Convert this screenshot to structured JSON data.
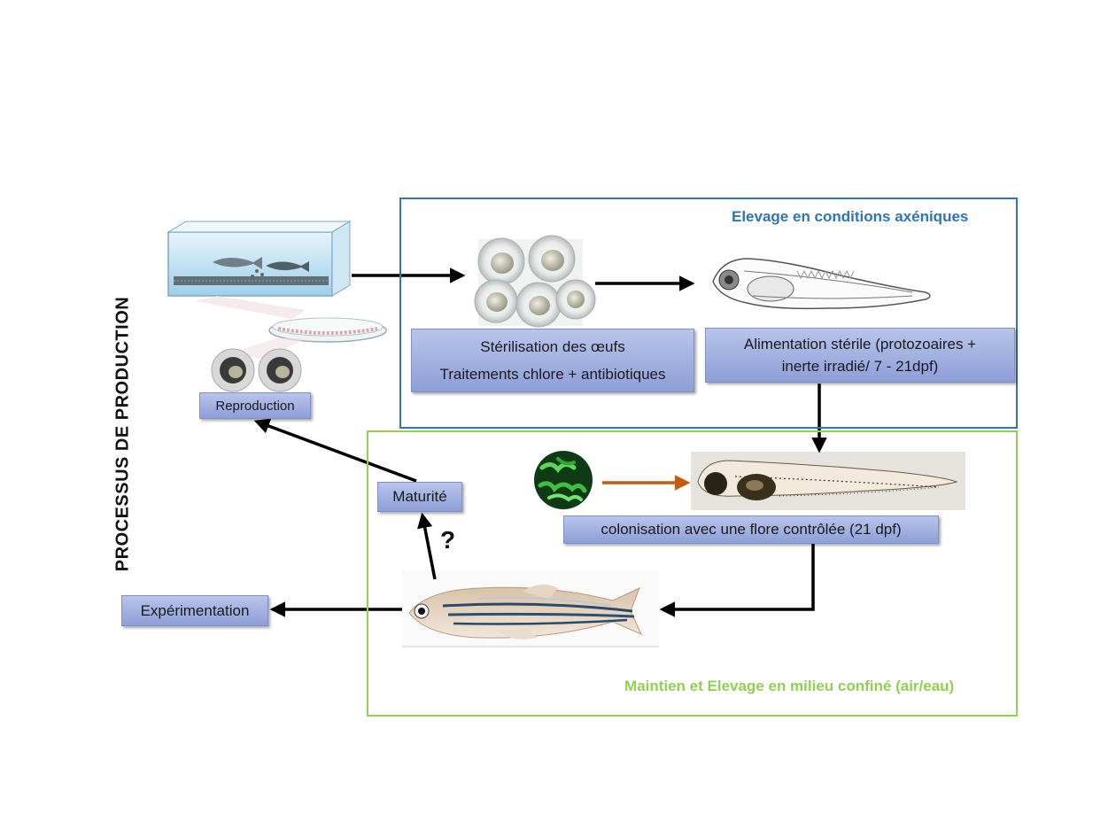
{
  "vertical_label": "PROCESSUS DE PRODUCTION",
  "frames": {
    "axenic_title": "Elevage en conditions axéniques",
    "confined_title": "Maintien et Elevage en milieu confiné (air/eau)"
  },
  "boxes": {
    "sterilisation_line1": "Stérilisation des œufs",
    "sterilisation_line2": "Traitements chlore + antibiotiques",
    "alimentation_line1": "Alimentation stérile (protozoaires +",
    "alimentation_line2": "inerte irradié/ 7 - 21dpf)",
    "reproduction": "Reproduction",
    "maturite": "Maturité",
    "colonisation": "colonisation avec une flore contrôlée (21 dpf)",
    "experimentation": "Expérimentation"
  },
  "question_mark": "?",
  "colors": {
    "axenic_frame": "#2e75b6",
    "confined_frame": "#92d050",
    "label_box": "#9aaae0",
    "colonisation_arrow": "#c55a11"
  }
}
